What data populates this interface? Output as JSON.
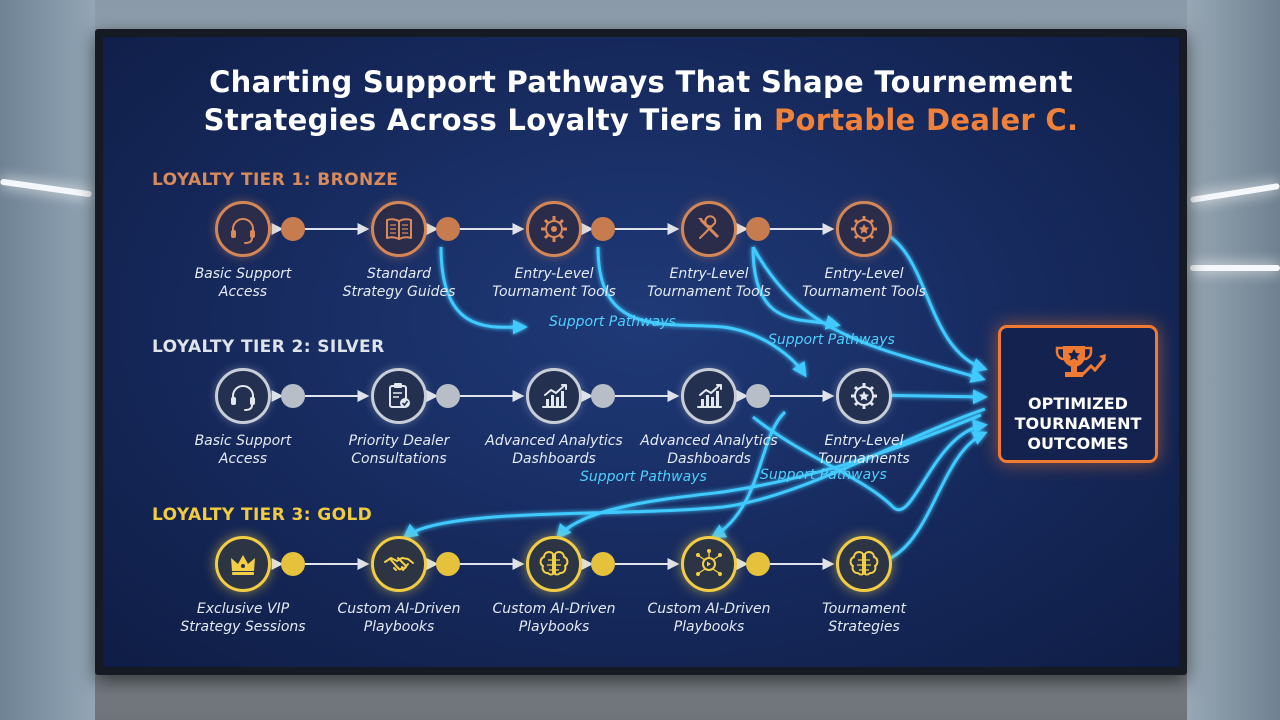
{
  "title": {
    "line1": "Charting Support Pathways That Shape Tournement",
    "line2_main": "Strategies Across Loyalty Tiers in",
    "line2_highlight": "Portable Dealer C."
  },
  "tiers": [
    {
      "label": "LOYALTY TIER 1: BRONZE",
      "color": "#d98a5b",
      "steps": [
        {
          "icon": "headset-icon",
          "label": [
            "Basic Support",
            "Access"
          ]
        },
        {
          "icon": "open-book-icon",
          "label": [
            "Standard",
            "Strategy Guides"
          ]
        },
        {
          "icon": "gear-icon",
          "label": [
            "Entry-Level",
            "Tournament Tools"
          ]
        },
        {
          "icon": "wrench-screwdriver-icon",
          "label": [
            "Entry-Level",
            "Tournament Tools"
          ]
        },
        {
          "icon": "gear-star-icon",
          "label": [
            "Entry-Level",
            "Tournament Tools"
          ]
        }
      ]
    },
    {
      "label": "LOYALTY TIER 2: SILVER",
      "color": "#dfe3ea",
      "steps": [
        {
          "icon": "headset-icon",
          "label": [
            "Basic Support",
            "Access"
          ]
        },
        {
          "icon": "clipboard-check-icon",
          "label": [
            "Priority Dealer",
            "Consultations"
          ]
        },
        {
          "icon": "bar-chart-icon",
          "label": [
            "Advanced Analytics",
            "Dashboards"
          ]
        },
        {
          "icon": "bar-chart-icon",
          "label": [
            "Advanced Analytics",
            "Dashboards"
          ]
        },
        {
          "icon": "gear-star-icon",
          "label": [
            "Entry-Level",
            "Tournaments"
          ]
        }
      ]
    },
    {
      "label": "LOYALTY TIER 3: GOLD",
      "color": "#f2cc3f",
      "steps": [
        {
          "icon": "crown-icon",
          "label": [
            "Exclusive VIP",
            "Strategy Sessions"
          ]
        },
        {
          "icon": "handshake-icon",
          "label": [
            "Custom AI-Driven",
            "Playbooks"
          ]
        },
        {
          "icon": "brain-icon",
          "label": [
            "Custom AI-Driven",
            "Playbooks"
          ]
        },
        {
          "icon": "ai-network-icon",
          "label": [
            "Custom AI-Driven",
            "Playbooks"
          ]
        },
        {
          "icon": "brain-icon",
          "label": [
            "Tournament",
            "Strategies"
          ]
        }
      ]
    }
  ],
  "pathway_labels": [
    "Support Pathways",
    "Support Pathways",
    "Support Pathways",
    "Support Pathways"
  ],
  "outcome": {
    "icon": "trophy-growth-icon",
    "lines": [
      "OPTIMIZED",
      "TOURNAMENT",
      "OUTCOMES"
    ]
  },
  "colors": {
    "pathway": "#39c6ff",
    "outcome_border": "#f07a32",
    "highlight": "#f0813a"
  }
}
